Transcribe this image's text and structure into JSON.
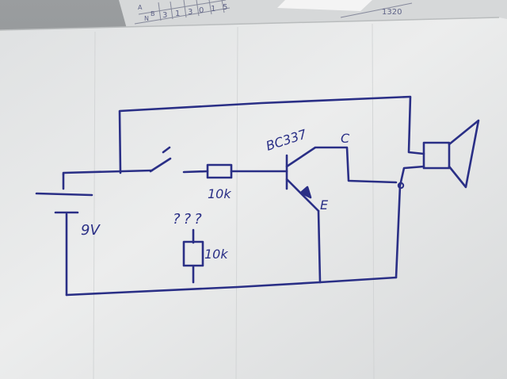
{
  "background_paper": {
    "grid_digits": [
      "3",
      "1",
      "3",
      "0",
      "1",
      "5"
    ],
    "corner_number": "1320",
    "margin_letters": [
      "A",
      "N",
      "B"
    ]
  },
  "circuit": {
    "transistor_label": "BC337",
    "collector_label": "C",
    "emitter_label": "E",
    "base_resistor_label": "10k",
    "pulldown_resistor_label": "10k",
    "question_marks": "???",
    "battery_label": "9V"
  },
  "colors": {
    "ink": "#2a2f86",
    "paper": "#e9eaea",
    "desk": "#8f9294"
  }
}
